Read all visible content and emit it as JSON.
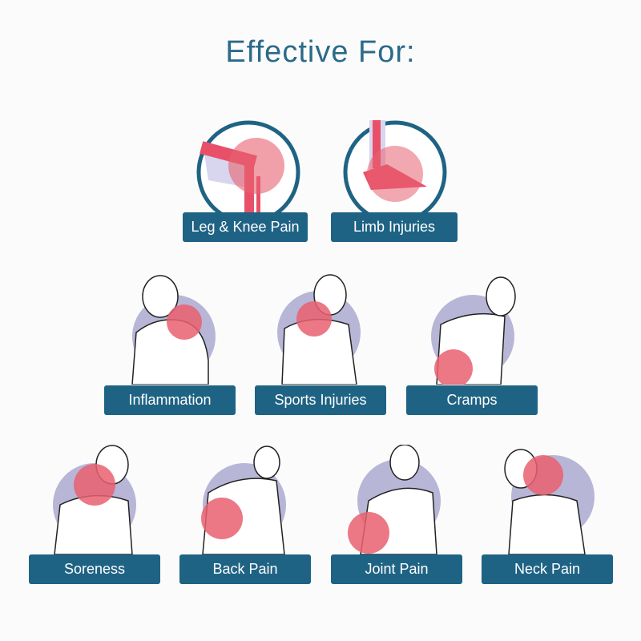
{
  "title": "Effective For:",
  "colors": {
    "teal": "#1f6384",
    "pain_red": "#e8606f",
    "shadow_purple": "#b8b6d6",
    "title": "#2b6a89"
  },
  "items": [
    {
      "label": "Leg & Knee Pain",
      "icon": "knee-icon"
    },
    {
      "label": "Limb Injuries",
      "icon": "ankle-icon"
    },
    {
      "label": "Inflammation",
      "icon": "shoulder-pain-icon"
    },
    {
      "label": "Sports Injuries",
      "icon": "shoulder-front-pain-icon"
    },
    {
      "label": "Cramps",
      "icon": "lower-back-icon"
    },
    {
      "label": "Soreness",
      "icon": "neck-shoulder-icon"
    },
    {
      "label": "Back Pain",
      "icon": "back-pain-icon"
    },
    {
      "label": "Joint Pain",
      "icon": "elbow-pain-icon"
    },
    {
      "label": "Neck Pain",
      "icon": "neck-pain-icon"
    }
  ]
}
